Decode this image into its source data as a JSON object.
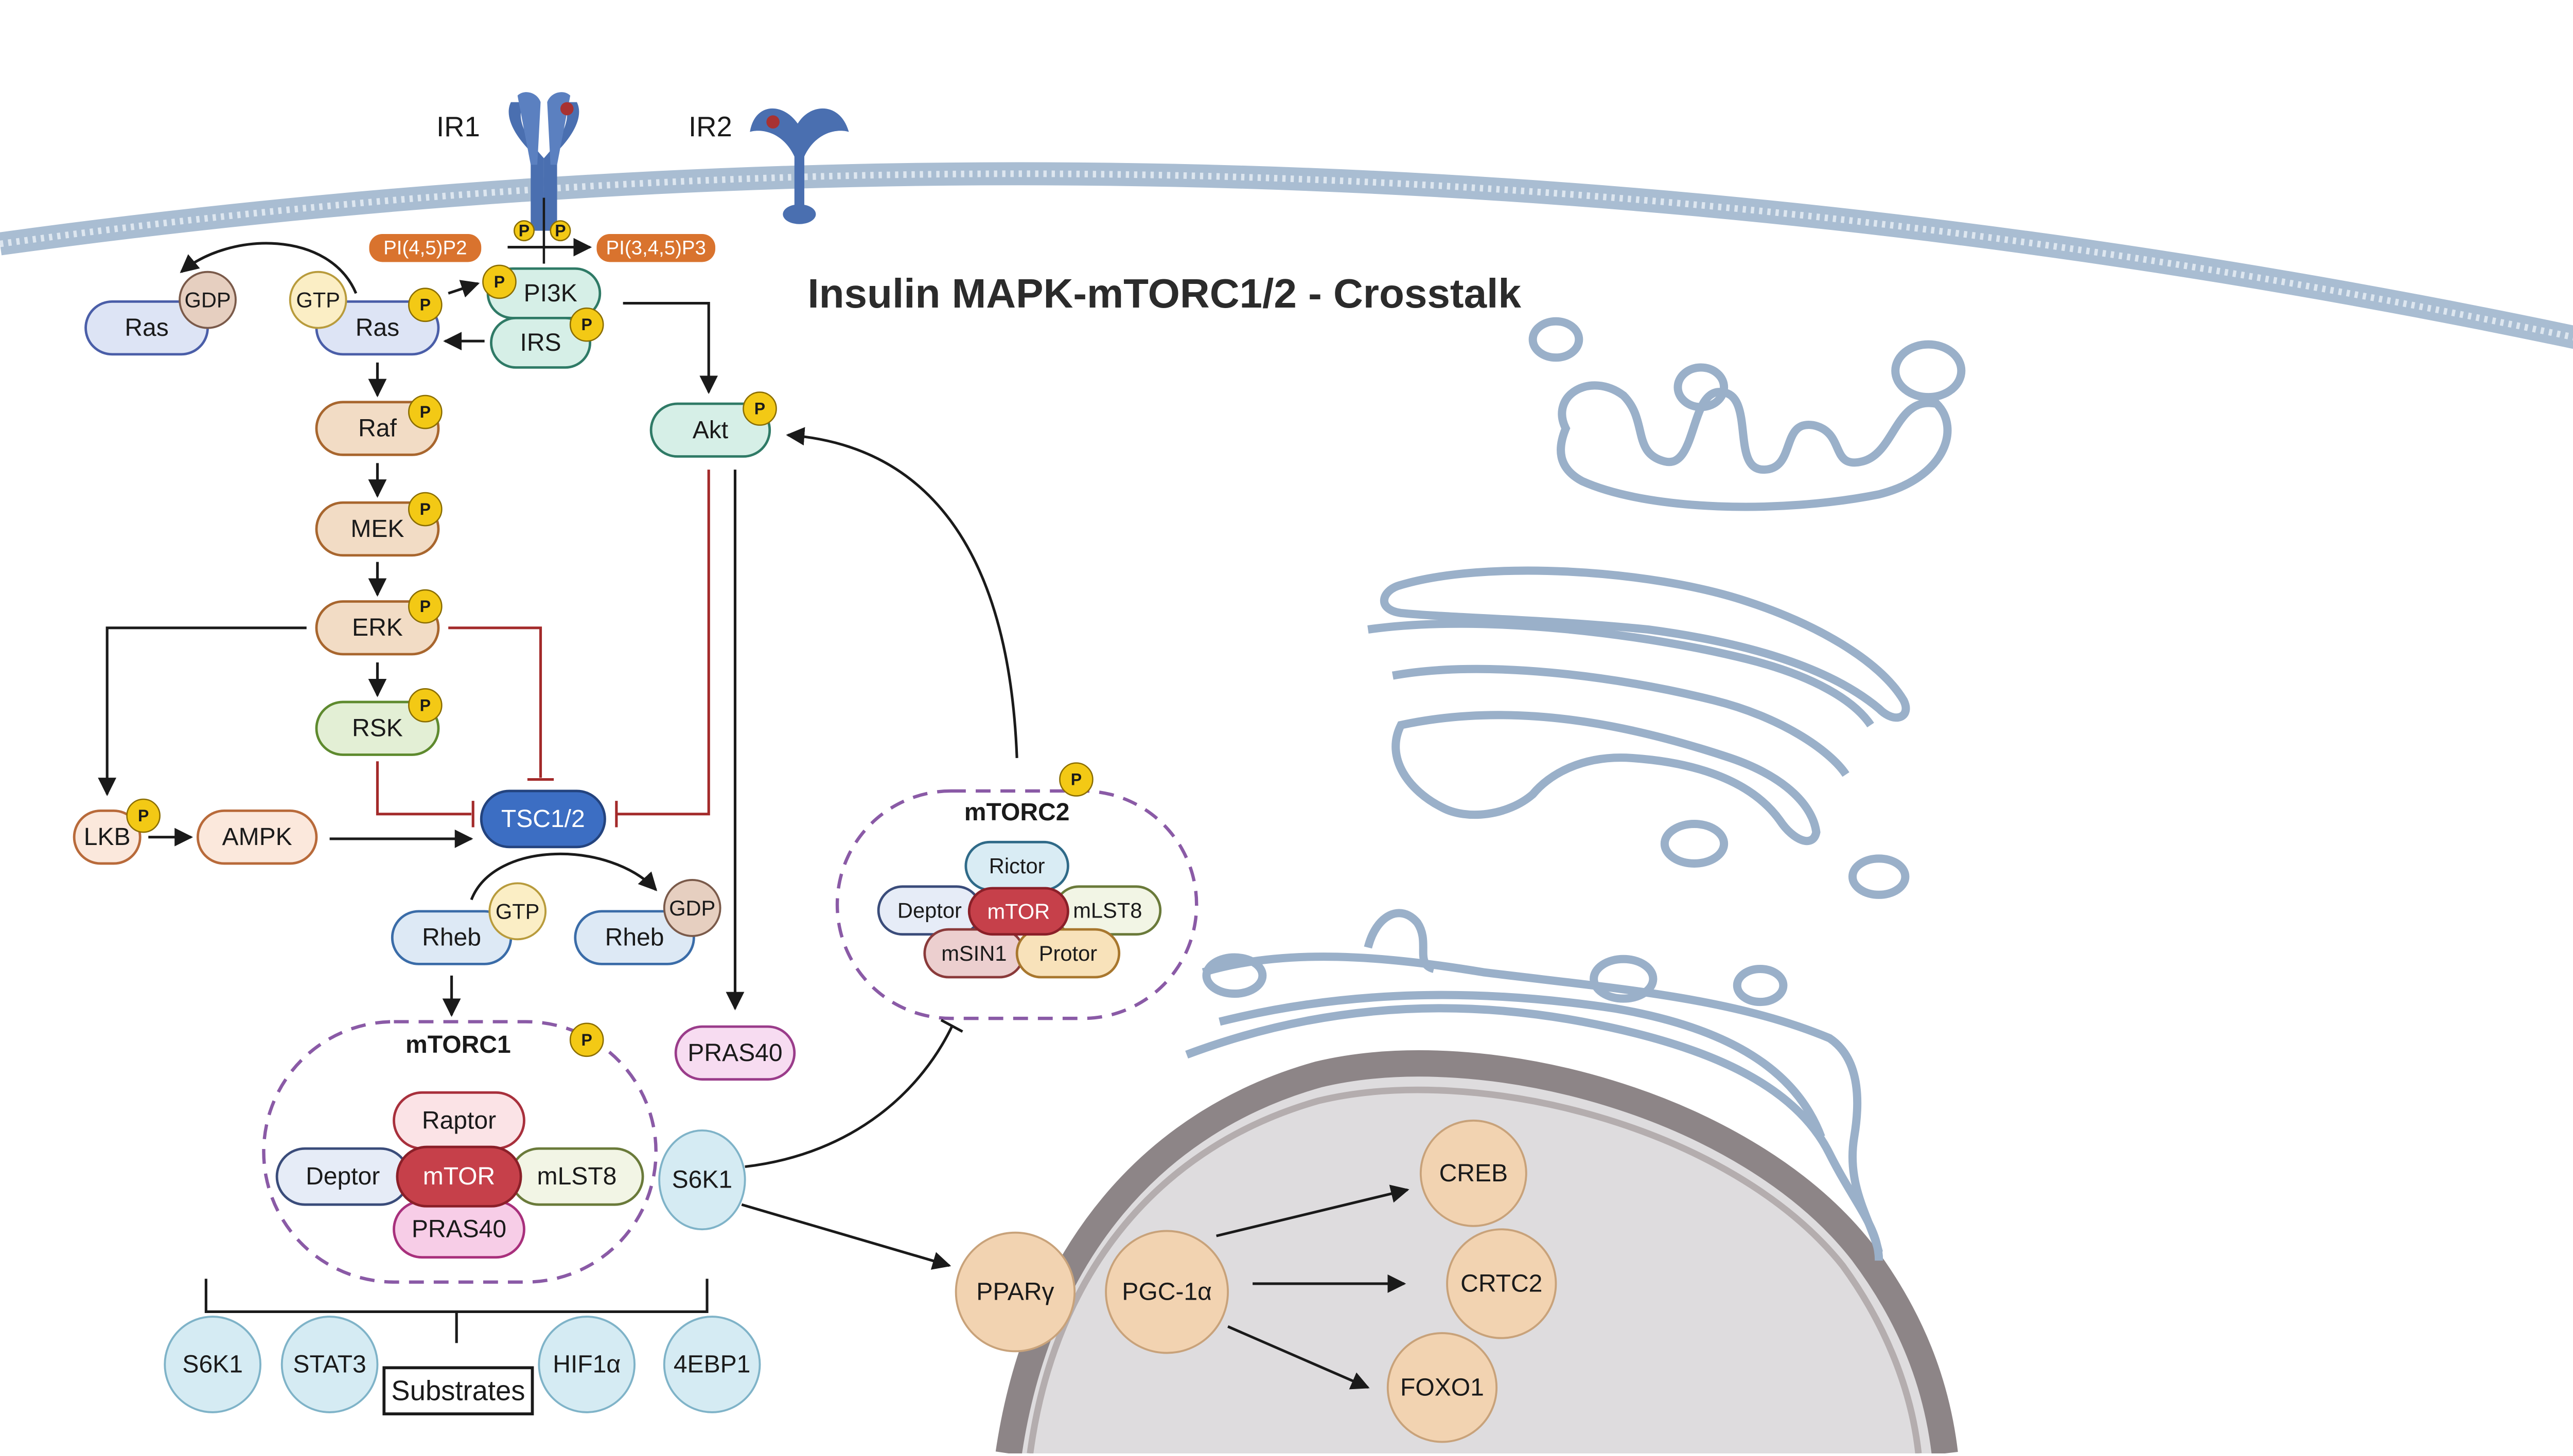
{
  "title": "Insulin MAPK-mTORC1/2 - Crosstalk",
  "receptors": {
    "ir1": "IR1",
    "ir2": "IR2"
  },
  "lipids": {
    "pip2": "PI(4,5)P2",
    "pip3": "PI(3,4,5)P3"
  },
  "phospho_label": "P",
  "nodes": {
    "ras_left": "Ras",
    "gdp_top": "GDP",
    "gtp_top": "GTP",
    "ras_right": "Ras",
    "pi3k": "PI3K",
    "irs": "IRS",
    "akt": "Akt",
    "raf": "Raf",
    "mek": "MEK",
    "erk": "ERK",
    "rsk": "RSK",
    "lkb": "LKB",
    "ampk": "AMPK",
    "tsc": "TSC1/2",
    "rheb_left": "Rheb",
    "gtp_rheb": "GTP",
    "rheb_right": "Rheb",
    "gdp_rheb": "GDP",
    "pras40_free": "PRAS40",
    "s6k1_mid": "S6K1",
    "ppar": "PPARγ",
    "pgc": "PGC-1α",
    "creb": "CREB",
    "crtc2": "CRTC2",
    "foxo1": "FOXO1"
  },
  "mtorc1": {
    "label": "mTORC1",
    "raptor": "Raptor",
    "mtor": "mTOR",
    "deptor": "Deptor",
    "mlst8": "mLST8",
    "pras40": "PRAS40"
  },
  "mtorc2": {
    "label": "mTORC2",
    "rictor": "Rictor",
    "deptor": "Deptor",
    "mtor": "mTOR",
    "mlst8": "mLST8",
    "msin1": "mSIN1",
    "protor": "Protor"
  },
  "substrates": {
    "label": "Substrates",
    "items": [
      "S6K1",
      "STAT3",
      "HIF1α",
      "4EBP1"
    ]
  },
  "colors": {
    "membrane": "#a9bdd2",
    "receptor": "#4a6fb0",
    "activation_arrow": "#1a1a1a",
    "inhibition_arrow": "#a32a2a",
    "complex_border": "#8a5aa6",
    "nucleus": "#dedcde",
    "nuclear_envelope": "#8d8587",
    "phospho": "#f3c915"
  }
}
